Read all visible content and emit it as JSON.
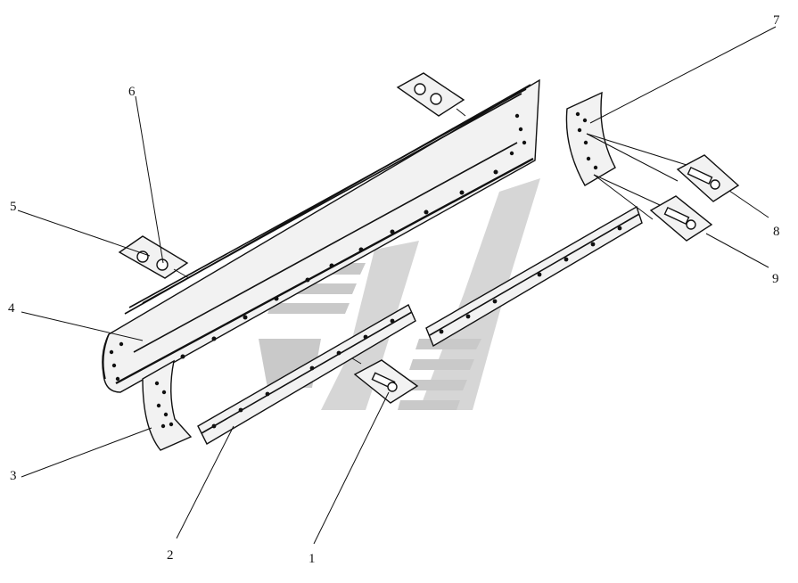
{
  "diagram": {
    "callouts": [
      {
        "id": "c1",
        "text": "1"
      },
      {
        "id": "c2",
        "text": "2"
      },
      {
        "id": "c3",
        "text": "3"
      },
      {
        "id": "c4",
        "text": "4"
      },
      {
        "id": "c5",
        "text": "5"
      },
      {
        "id": "c6",
        "text": "6"
      },
      {
        "id": "c7",
        "text": "7"
      },
      {
        "id": "c8",
        "text": "8"
      },
      {
        "id": "c9",
        "text": "9"
      }
    ]
  },
  "colors": {
    "line": "#111111",
    "watermark": "#d6d6d6",
    "background": "#ffffff"
  }
}
